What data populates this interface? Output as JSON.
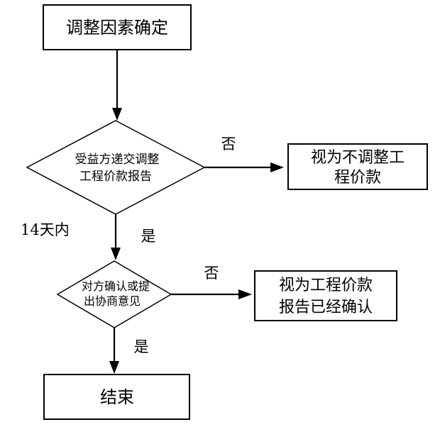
{
  "nodes": {
    "start": {
      "text": "调整因素确定"
    },
    "decision1": {
      "line1": "受益方递交调整",
      "line2": "工程价款报告"
    },
    "result_no_adjust": {
      "line1": "视为不调整工",
      "line2": "程价款"
    },
    "decision2": {
      "line1": "对方确认或提",
      "line2": "出协商意见"
    },
    "result_confirmed": {
      "line1": "视为工程价款",
      "line2": "报告已经确认"
    },
    "end": {
      "text": "结束"
    }
  },
  "edges": {
    "decision1_no": "否",
    "decision1_yes": "是",
    "decision1_time_limit": "14天内",
    "decision2_no": "否",
    "decision2_yes": "是"
  }
}
